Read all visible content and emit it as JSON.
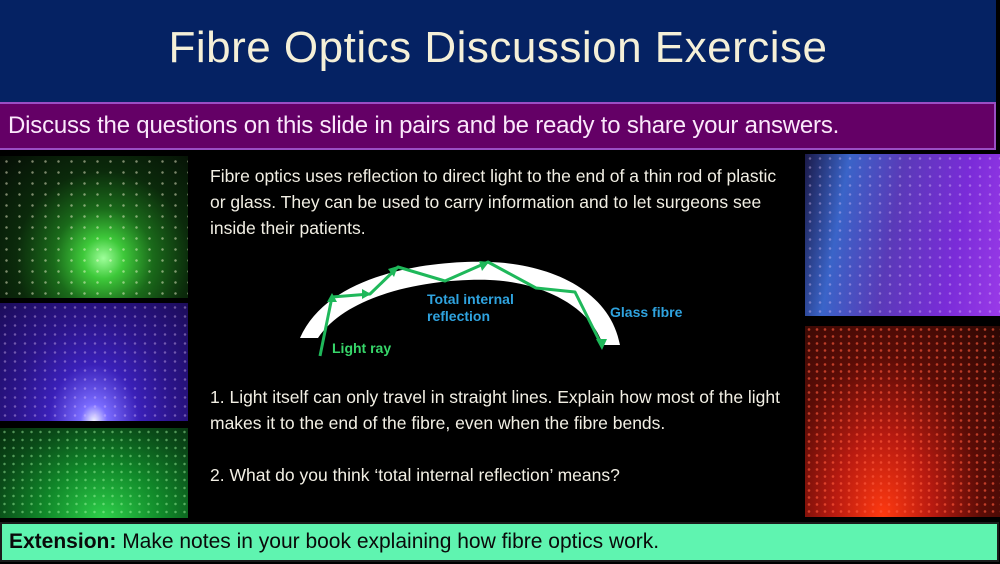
{
  "slide": {
    "title": "Fibre Optics Discussion Exercise",
    "instruction": "Discuss the questions on this slide in pairs and be ready to share your answers.",
    "intro": "Fibre optics uses reflection to direct light to the end of a thin rod of plastic or glass. They can be used to carry information and to let surgeons see inside their patients.",
    "diagram": {
      "label_tir": "Total internal reflection",
      "label_glass": "Glass fibre",
      "label_ray": "Light ray"
    },
    "questions": [
      "1. Light itself can only travel in straight lines. Explain how most of the light makes it to the end of the fibre, even when the fibre bends.",
      "2. What do you think ‘total internal reflection’ means?"
    ],
    "extension": {
      "label": "Extension:",
      "text": " Make notes in your book explaining how fibre optics work."
    },
    "images": [
      "green fibre optic burst",
      "blue-purple fibre optic lamp",
      "green fibre optic strands",
      "purple-blue fibre bundle",
      "red fibre optic strands"
    ]
  },
  "colors": {
    "title_bg": "#052263",
    "instruction_bg": "#640066",
    "extension_bg": "#5ff4b0",
    "diagram_label_blue": "#2fa3df",
    "diagram_ray_green": "#37d76a",
    "ray_line": "#1fb85a"
  }
}
